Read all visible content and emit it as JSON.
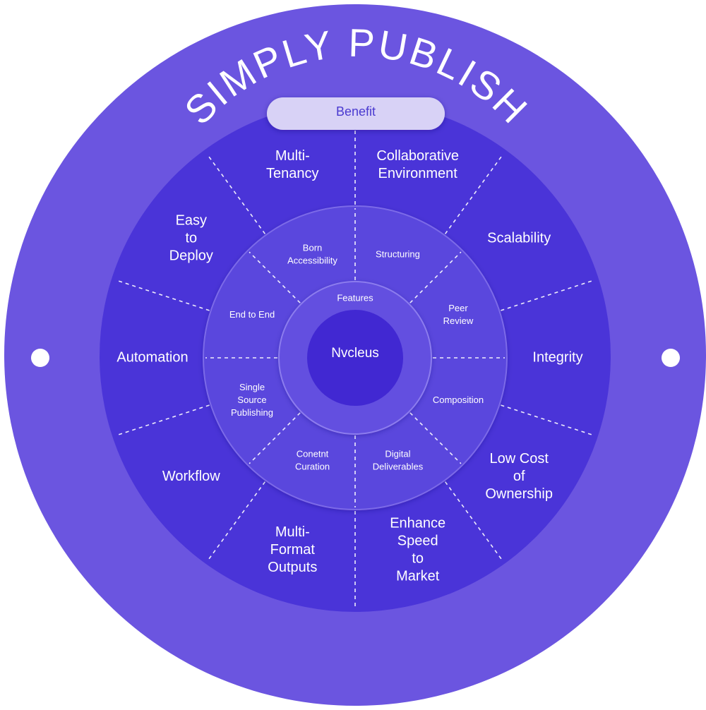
{
  "title": "SIMPLY PUBLISH",
  "benefit_label": "Benefit",
  "features_label": "Features",
  "center_label": "Nvcleus",
  "benefits": [
    {
      "id": "collaborative-environment",
      "lines": [
        "Collaborative",
        "Environment"
      ]
    },
    {
      "id": "scalability",
      "lines": [
        "Scalability"
      ]
    },
    {
      "id": "integrity",
      "lines": [
        "Integrity"
      ]
    },
    {
      "id": "low-cost-of-ownership",
      "lines": [
        "Low Cost",
        "of",
        "Ownership"
      ]
    },
    {
      "id": "enhance-speed-to-market",
      "lines": [
        "Enhance",
        "Speed",
        "to",
        "Market"
      ]
    },
    {
      "id": "multi-format-outputs",
      "lines": [
        "Multi-",
        "Format",
        "Outputs"
      ]
    },
    {
      "id": "workflow",
      "lines": [
        "Workflow"
      ]
    },
    {
      "id": "automation",
      "lines": [
        "Automation"
      ]
    },
    {
      "id": "easy-to-deploy",
      "lines": [
        "Easy",
        "to",
        "Deploy"
      ]
    },
    {
      "id": "multi-tenancy",
      "lines": [
        "Multi-",
        "Tenancy"
      ]
    }
  ],
  "features": [
    {
      "id": "structuring",
      "lines": [
        "Structuring"
      ]
    },
    {
      "id": "peer-review",
      "lines": [
        "Peer",
        "Review"
      ]
    },
    {
      "id": "composition",
      "lines": [
        "Composition"
      ]
    },
    {
      "id": "digital-deliverables",
      "lines": [
        "Digital",
        "Deliverables"
      ]
    },
    {
      "id": "conetnt-curation",
      "lines": [
        "Conetnt",
        "Curation"
      ]
    },
    {
      "id": "single-source-publishing",
      "lines": [
        "Single",
        "Source",
        "Publishing"
      ]
    },
    {
      "id": "end-to-end",
      "lines": [
        "End to End"
      ]
    },
    {
      "id": "born-accessibility",
      "lines": [
        "Born",
        "Accessibility"
      ]
    }
  ],
  "colors": {
    "outer_ring": "#6b55e0",
    "benefit_ring": "#4a34d8",
    "feature_ring": "#5a46dd",
    "features_band": "#6450e0",
    "nucleus": "#4128d2",
    "benefit_pill": "#d8d2f6",
    "white": "#ffffff"
  }
}
